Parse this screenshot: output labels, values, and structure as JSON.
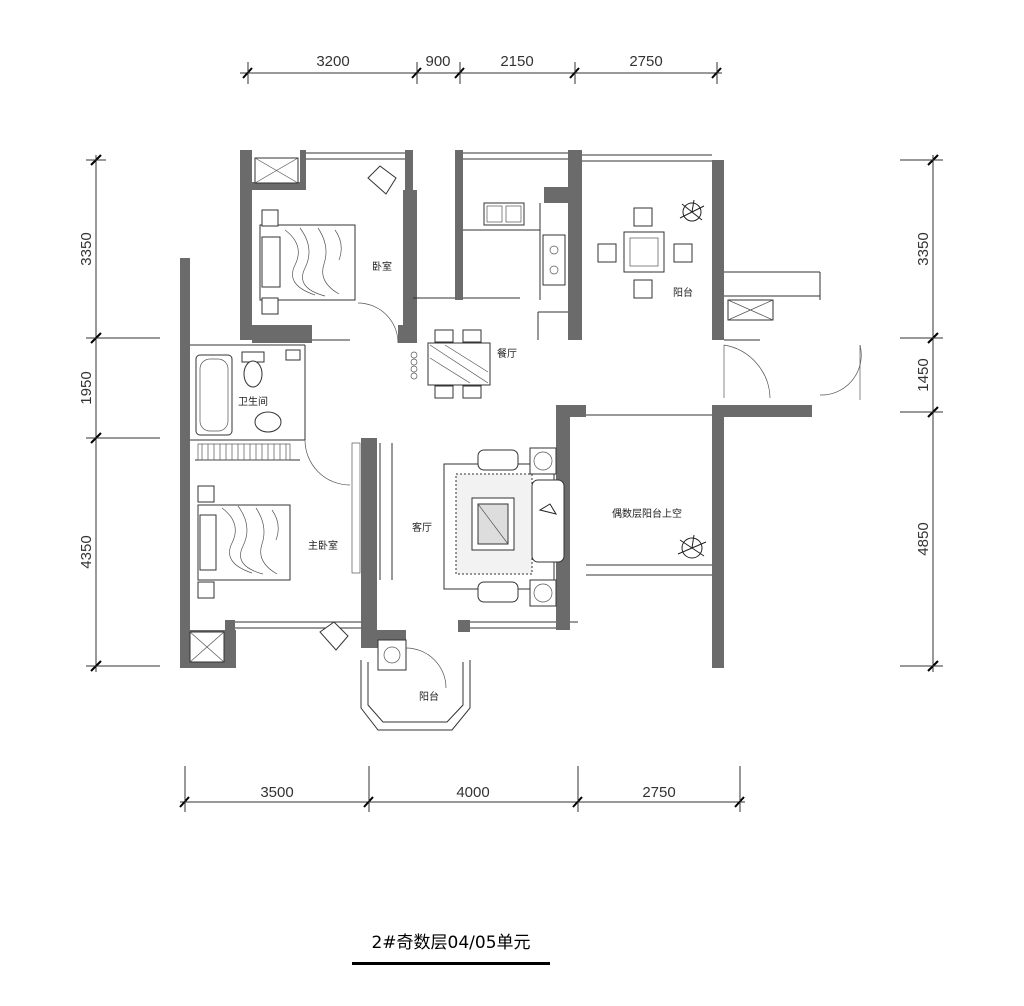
{
  "plan": {
    "dimensions": {
      "top": [
        "3200",
        "900",
        "2150",
        "2750"
      ],
      "bottom": [
        "3500",
        "4000",
        "2750"
      ],
      "left": [
        "3350",
        "1950",
        "4350"
      ],
      "right": [
        "3350",
        "1450",
        "4850"
      ]
    },
    "rooms": {
      "bedroom": "卧室",
      "dining": "餐厅",
      "balcony_ne": "阳台",
      "bathroom": "卫生间",
      "master_bedroom": "主卧室",
      "living": "客厅",
      "balcony_void": "偶数层阳台上空",
      "balcony_s": "阳台"
    },
    "caption": "2#奇数层04/05单元"
  },
  "colors": {
    "wall": "#6b6b6b",
    "line": "#333333",
    "caption_rule": "#000000"
  }
}
